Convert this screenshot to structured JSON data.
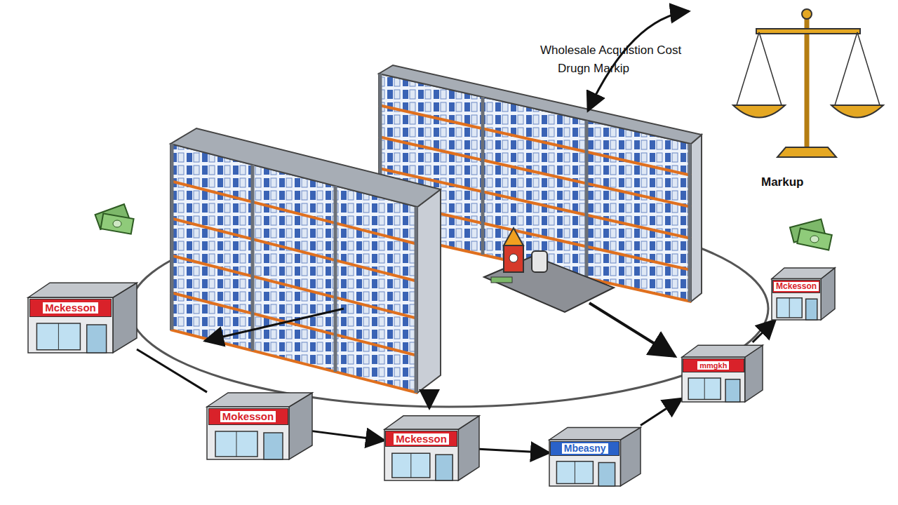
{
  "diagram": {
    "nodes": [
      {
        "text": [
          "Mckesson"
        ]
      },
      {
        "text": [
          "Mckesson"
        ]
      },
      {
        "text": [
          "mmgkh"
        ]
      },
      {
        "text": [
          "Mokesson"
        ]
      },
      {
        "text": [
          "Mckesson"
        ]
      },
      {
        "text": [
          "Mbeasny"
        ]
      }
    ],
    "edges": [
      {
        "from": 1,
        "to": 3,
        "arrow": "none"
      },
      {
        "from": 3,
        "to": 4,
        "arrow": "to"
      },
      {
        "from": 4,
        "to": 5,
        "arrow": "to"
      },
      {
        "from": 5,
        "to": 2,
        "arrow": "to"
      },
      {
        "from": 2,
        "to": 0,
        "arrow": "to"
      }
    ],
    "labels": [
      "Wholesale Acquistion Cost",
      "Drugn Markip",
      "Markup"
    ]
  }
}
